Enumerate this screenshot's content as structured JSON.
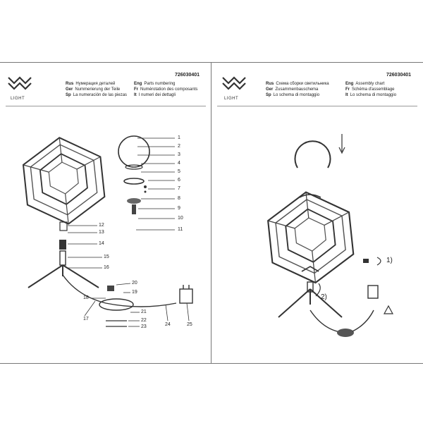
{
  "brand": {
    "name": "LIGHT"
  },
  "left_page": {
    "code": "726030401",
    "headings": [
      {
        "lang": "Rus",
        "text": "Нумерация деталей"
      },
      {
        "lang": "Ger",
        "text": "Nummerierung der Teile"
      },
      {
        "lang": "Sp",
        "text": "La numeración de las piezas"
      },
      {
        "lang": "Eng",
        "text": "Parts numbering"
      },
      {
        "lang": "Fr",
        "text": "Numérotation des composants"
      },
      {
        "lang": "It",
        "text": "I numeri dei dettagli"
      }
    ],
    "part_numbers": [
      "1",
      "2",
      "3",
      "4",
      "5",
      "6",
      "7",
      "8",
      "9",
      "10",
      "11",
      "12",
      "13",
      "14",
      "15",
      "16",
      "17",
      "18",
      "19",
      "20",
      "21",
      "22",
      "23",
      "24",
      "25"
    ]
  },
  "right_page": {
    "code": "726030401",
    "headings": [
      {
        "lang": "Rus",
        "text": "Схема сборки светильника"
      },
      {
        "lang": "Ger",
        "text": "Zusammenbauschema"
      },
      {
        "lang": "Sp",
        "text": "Lo schema di montaggio"
      },
      {
        "lang": "Eng",
        "text": "Assembly chart"
      },
      {
        "lang": "Fr",
        "text": "Schéma d'assemblage"
      },
      {
        "lang": "It",
        "text": "Lo schema di montaggio"
      }
    ],
    "steps": [
      "1)",
      "2)"
    ]
  },
  "colors": {
    "line": "#333333",
    "rule": "#777777"
  }
}
